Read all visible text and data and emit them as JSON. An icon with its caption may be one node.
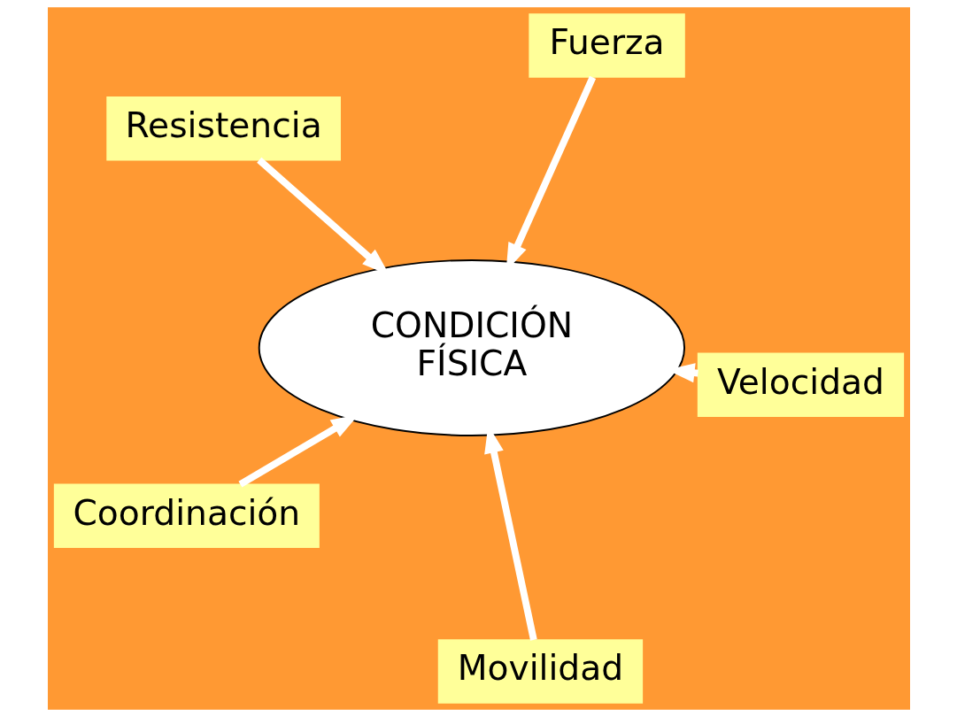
{
  "diagram": {
    "nodes": [
      {
        "text": [
          "Resistencia"
        ]
      },
      {
        "text": [
          "Velocidad"
        ]
      },
      {
        "text": [
          "Movilidad"
        ]
      },
      {
        "text": [
          "CONDICIÓN FÍSICA"
        ]
      },
      {
        "text": [
          "Fuerza"
        ]
      },
      {
        "text": [
          "Coordinación"
        ]
      }
    ],
    "edges": [
      {
        "from": 0,
        "to": 3,
        "arrow": "to"
      },
      {
        "from": 1,
        "to": 3,
        "arrow": "to"
      },
      {
        "from": 2,
        "to": 3,
        "arrow": "to"
      },
      {
        "from": 4,
        "to": 3,
        "arrow": "to"
      },
      {
        "from": 5,
        "to": 3,
        "arrow": "to"
      }
    ]
  }
}
